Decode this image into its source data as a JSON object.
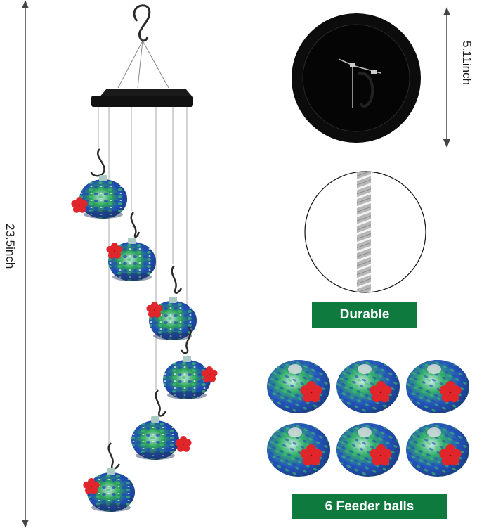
{
  "dimensions": {
    "total_height": "23.5inch",
    "cap_diameter": "5.11inch"
  },
  "badges": {
    "durable": "Durable",
    "feeder_count": "6 Feeder balls"
  },
  "product": {
    "feeder_ball_count": 6,
    "hanging_feeders": 6
  },
  "colors": {
    "badge_green": "#0f7a3e",
    "cap_black": "#111111",
    "flower_red": "#e0262b",
    "glass_blue": "#1f4fb5",
    "glass_green": "#2fa35a",
    "arrow_gray": "#444444"
  }
}
